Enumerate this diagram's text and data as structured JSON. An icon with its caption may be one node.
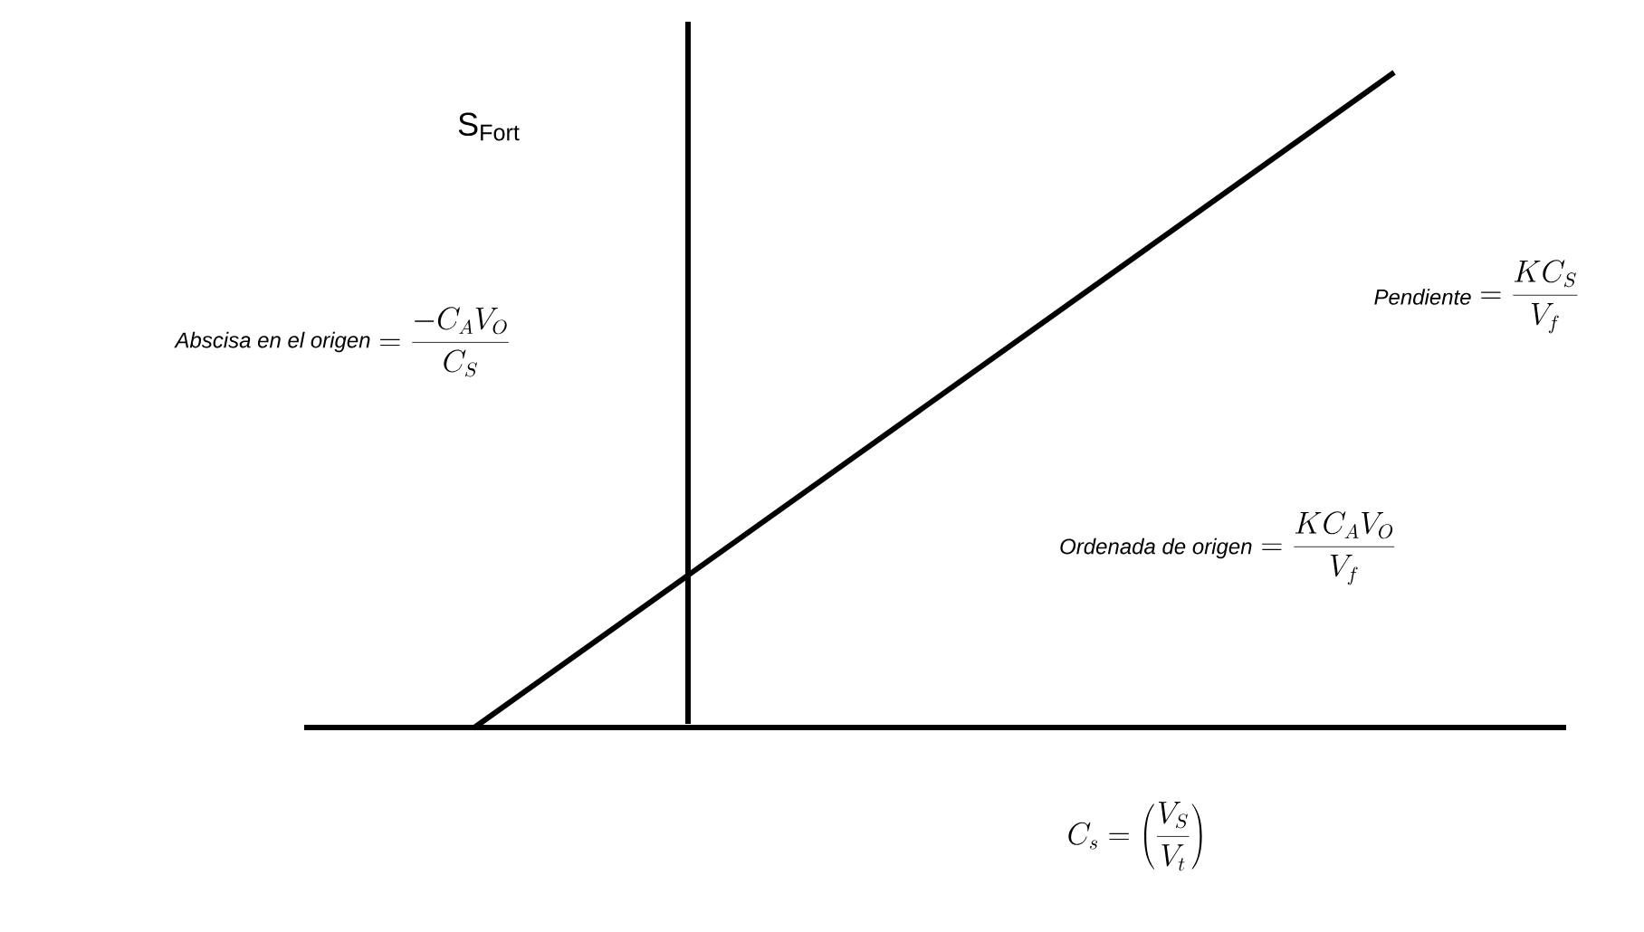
{
  "diagram": {
    "labels": [
      "S$_{Fort}$",
      "Pendiente",
      "=\\frac{KC_{S}}{V_{f}}",
      "Abscisa en el origen",
      "=\\frac{-C_{A}V_{O}}{C_{S}}",
      "Ordenada de origen",
      "=\\frac{KC_{A}V_{O}}{V_{f}}",
      "C_{s}=\\left(\\frac{V_{S}}{V_{t}}\\right)"
    ]
  }
}
